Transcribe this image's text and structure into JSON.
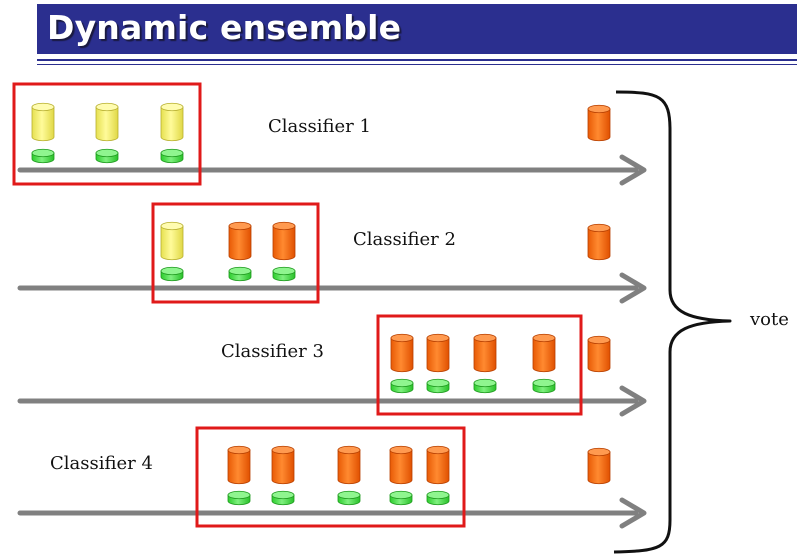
{
  "title": "Dynamic ensemble",
  "classifiers": [
    {
      "label": "Classifier 1"
    },
    {
      "label": "Classifier 2"
    },
    {
      "label": "Classifier 3"
    },
    {
      "label": "Classifier 4"
    }
  ],
  "vote_label": "vote",
  "colors": {
    "title_bar": "#2b2f8f",
    "window_frame": "#e01a1a",
    "arrow": "#808080",
    "yellow_cylinder": "#f7f26a",
    "orange_cylinder": "#f26a10",
    "green_cylinder": "#3fdc3f"
  }
}
